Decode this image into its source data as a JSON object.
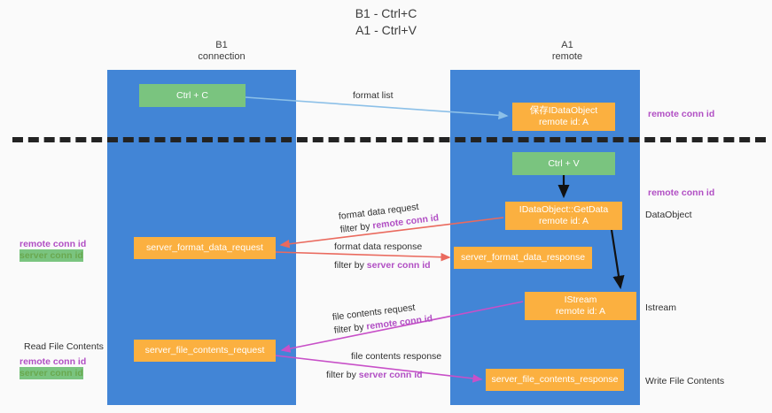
{
  "title": "B1 - Ctrl+C\nA1 - Ctrl+V",
  "columns": {
    "left": "B1\nconnection",
    "right": "A1\nremote"
  },
  "boxes": {
    "ctrl_c": "Ctrl + C",
    "save_dataobject": "保存IDataObject\nremote id: A",
    "ctrl_v": "Ctrl + V",
    "getdata": "IDataObject::GetData\nremote id: A",
    "server_format_data_request": "server_format_data_request",
    "server_format_data_response": "server_format_data_response",
    "istream": "IStream\nremote id: A",
    "server_file_contents_request": "server_file_contents_request",
    "server_file_contents_response": "server_file_contents_response"
  },
  "annotations": {
    "format_list": "format list",
    "format_data_request": {
      "line1": "format data request",
      "line2_prefix": "filter by ",
      "line2_key": "remote conn id"
    },
    "format_data_response": {
      "line1": "format data response",
      "line2_prefix": "filter by ",
      "line2_key": "server conn id"
    },
    "file_contents_request": {
      "line1": "file contents request",
      "line2_prefix": "filter by ",
      "line2_key": "remote conn id"
    },
    "file_contents_response": {
      "line1": "file contents response",
      "line2_prefix": "filter by ",
      "line2_key": "server conn id"
    }
  },
  "legend_right": {
    "remote_conn_id_top": "remote conn id",
    "remote_conn_id_mid": "remote conn id",
    "dataobject": "DataObject",
    "istream": "Istream",
    "write_file_contents": "Write File Contents"
  },
  "legend_left": {
    "remote_conn_id": "remote conn id",
    "server_conn_id": "server conn id",
    "read_file_contents": "Read File Contents",
    "remote_conn_id_2": "remote conn id",
    "server_conn_id_2": "server conn id"
  },
  "colors": {
    "lane": "#4285d6",
    "green_box": "#7ac47f",
    "orange_box": "#fbb040",
    "divider": "#232323",
    "purple": "#b14fc4",
    "green_text": "#6aa84f",
    "arrow_blue": "#8cc0e8",
    "arrow_red": "#ea6a5e",
    "arrow_magenta": "#c850c8",
    "arrow_black": "#111111",
    "background": "#fafafa"
  }
}
